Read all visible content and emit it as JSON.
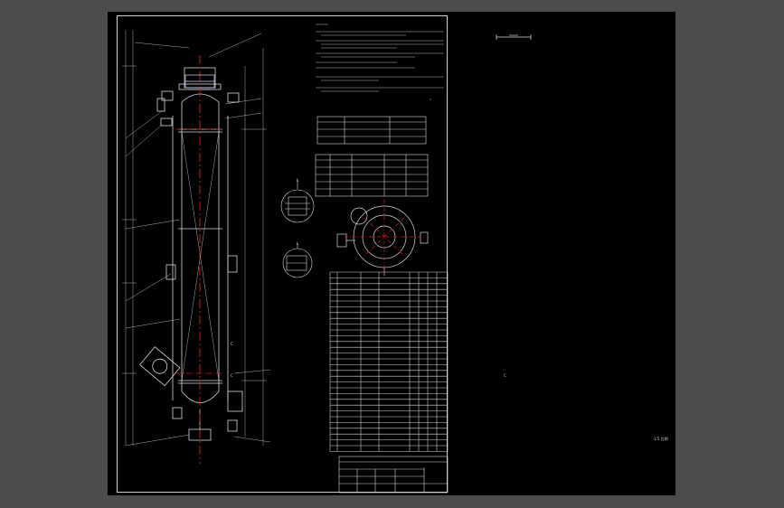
{
  "side_labels": {
    "mark_c1": "C",
    "mark_c2": "C",
    "mark_c3": "C",
    "mark_l1": "L",
    "mark_l2": "L",
    "corner_note": "1:5 比例"
  },
  "colors": {
    "background": "#4c4c4c",
    "canvas": "#000000",
    "line": "#d9d9d9",
    "centerline": "#e01e1e",
    "equipment": "#cfd6ff"
  }
}
